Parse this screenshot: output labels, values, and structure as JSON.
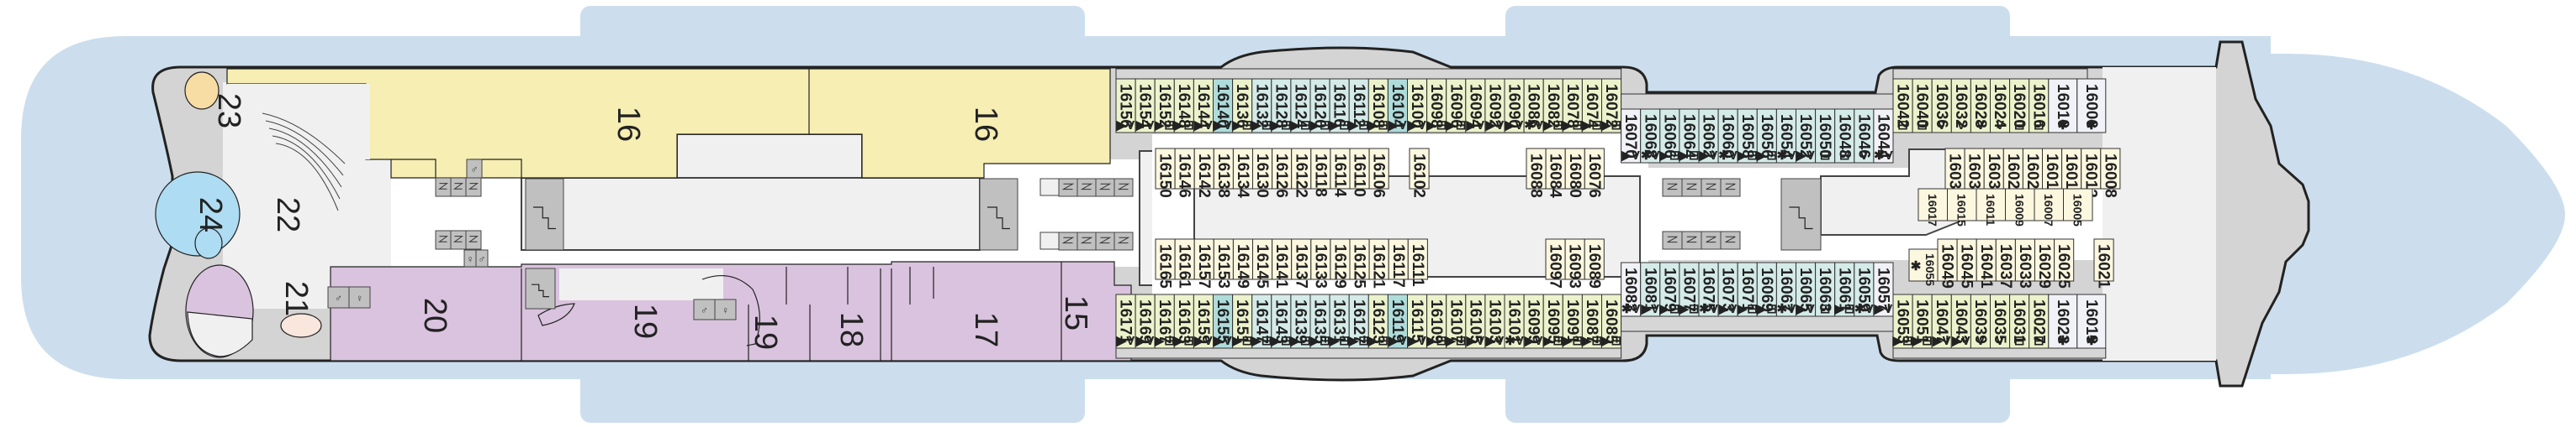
{
  "deck": {
    "number": "16",
    "colors": {
      "sea": "#ccdeed",
      "deck_outline": "#222222",
      "deck_floor": "#d4d4d4",
      "corridor": "#f0f0f0",
      "white": "#ffffff",
      "public_yellow": "#f6eeb2",
      "public_purple": "#dac3de",
      "spa_blue": "#aedcf2",
      "room_23": "#f7dca3",
      "room_21_oval": "#f9e6dc",
      "stairs_grey": "#c0c0c0",
      "balcony_grey": "#d6d6d6"
    },
    "cabin_colors": {
      "A": "#ecf2cb",
      "B": "#d4ebe8",
      "C": "#aedcdb",
      "D": "#fcf7df",
      "E": "#f1f1f8"
    },
    "legend_symbols": {
      "accessible_view": "▶V",
      "accessible_bed": "▶⊟",
      "star_view": "✱V",
      "bed": "⊟",
      "view": "V",
      "star": "✱"
    },
    "rooms": [
      {
        "id": "r16a",
        "label": "16"
      },
      {
        "id": "r16b",
        "label": "16"
      },
      {
        "id": "r15",
        "label": "15"
      },
      {
        "id": "r17",
        "label": "17"
      },
      {
        "id": "r18",
        "label": "18"
      },
      {
        "id": "r19a",
        "label": "19"
      },
      {
        "id": "r19b",
        "label": "19"
      },
      {
        "id": "r20",
        "label": "20"
      },
      {
        "id": "r21",
        "label": "21"
      },
      {
        "id": "r22",
        "label": "22"
      },
      {
        "id": "r23",
        "label": "23"
      },
      {
        "id": "r24",
        "label": "24"
      }
    ],
    "cabin_rows": {
      "top_outer": [
        {
          "n": "16156",
          "c": "A",
          "s": "▶V"
        },
        {
          "n": "16154",
          "c": "A",
          "s": "▶V"
        },
        {
          "n": "16152",
          "c": "A",
          "s": "▶⊟"
        },
        {
          "n": "16148",
          "c": "A",
          "s": "▶⊟"
        },
        {
          "n": "16144",
          "c": "A",
          "s": "▶V"
        },
        {
          "n": "16140",
          "c": "C",
          "s": "▶V"
        },
        {
          "n": "16136",
          "c": "A",
          "s": "▶⊟"
        },
        {
          "n": "16132",
          "c": "B",
          "s": "▶⊟"
        },
        {
          "n": "16128",
          "c": "B",
          "s": "▶⊟"
        },
        {
          "n": "16124",
          "c": "B",
          "s": "▶⊟"
        },
        {
          "n": "16120",
          "c": "B",
          "s": "▶⊟"
        },
        {
          "n": "16116",
          "c": "B",
          "s": "▶⊟"
        },
        {
          "n": "16112",
          "c": "B",
          "s": "▶⊟"
        },
        {
          "n": "16108",
          "c": "A",
          "s": "▶⊟"
        },
        {
          "n": "16104",
          "c": "C",
          "s": "▶V"
        },
        {
          "n": "16100",
          "c": "A",
          "s": "▶V"
        },
        {
          "n": "16098",
          "c": "A",
          "s": "▶⊟"
        },
        {
          "n": "16096",
          "c": "A",
          "s": "▶⊟"
        },
        {
          "n": "16094",
          "c": "A",
          "s": "▶V"
        },
        {
          "n": "16092",
          "c": "A",
          "s": "▶V"
        },
        {
          "n": "16090",
          "c": "A",
          "s": "▶V"
        },
        {
          "n": "16086",
          "c": "A",
          "s": "✱V"
        },
        {
          "n": "16082",
          "c": "A",
          "s": "▶⊟"
        },
        {
          "n": "16078",
          "c": "A",
          "s": "▶⊟"
        },
        {
          "n": "16074",
          "c": "A",
          "s": "▶⊟"
        },
        {
          "n": "16072",
          "c": "A",
          "s": "▶⊟"
        }
      ],
      "top_outer_mid": [
        {
          "n": "16070",
          "c": "E",
          "s": "▶V"
        },
        {
          "n": "16068",
          "c": "B",
          "s": "✱V"
        },
        {
          "n": "16066",
          "c": "B",
          "s": "▶⊟"
        },
        {
          "n": "16064",
          "c": "B",
          "s": "▶⊟"
        },
        {
          "n": "16062",
          "c": "B",
          "s": "▶V"
        },
        {
          "n": "16060",
          "c": "B",
          "s": "✱V"
        },
        {
          "n": "16058",
          "c": "B",
          "s": "▶⊟"
        },
        {
          "n": "16056",
          "c": "B",
          "s": "▶⊟"
        },
        {
          "n": "16054",
          "c": "B",
          "s": "✱V"
        },
        {
          "n": "16052",
          "c": "B",
          "s": "▶V"
        },
        {
          "n": "16050",
          "c": "B",
          "s": "⊟"
        },
        {
          "n": "16048",
          "c": "B",
          "s": "⊟"
        },
        {
          "n": "16046",
          "c": "B",
          "s": "V"
        },
        {
          "n": "16044",
          "c": "E",
          "s": "✱V"
        }
      ],
      "top_outer_fwd": [
        {
          "n": "16042",
          "c": "A",
          "s": "⊟"
        },
        {
          "n": "16040",
          "c": "A",
          "s": "⊟"
        },
        {
          "n": "16036",
          "c": "A",
          "s": "V"
        },
        {
          "n": "16032",
          "c": "A",
          "s": "V"
        },
        {
          "n": "16028",
          "c": "A",
          "s": "V"
        },
        {
          "n": "16024",
          "c": "A",
          "s": "V"
        },
        {
          "n": "16020",
          "c": "A",
          "s": "⊟"
        },
        {
          "n": "16016",
          "c": "A",
          "s": "⊟"
        },
        {
          "n": "16010",
          "c": "E",
          "s": "✱"
        },
        {
          "n": "16006",
          "c": "E",
          "s": "✱"
        }
      ],
      "top_inner_aft": [
        "16150",
        "16146",
        "16142",
        "16138",
        "16134",
        "16130",
        "16126",
        "16122",
        "16118",
        "16114",
        "16110",
        "16106"
      ],
      "top_inner_single": [
        "16102"
      ],
      "top_inner_mid": [
        "16088",
        "16084",
        "16080",
        "16076"
      ],
      "top_inner_fwd": [
        "16038",
        "16034",
        "16030",
        "16026",
        "16022",
        "16018",
        "16014",
        "16012",
        "16008"
      ],
      "center_fwd": [
        "16017",
        "16015",
        "16011",
        "16009",
        "16007",
        "16005"
      ],
      "bottom_inner_aft": [
        "16165",
        "16161",
        "16157",
        "16153",
        "16149",
        "16145",
        "16141",
        "16137",
        "16133",
        "16129",
        "16125",
        "16121",
        "16117",
        "16111"
      ],
      "bottom_inner_mid": [
        "16097",
        "16093",
        "16089"
      ],
      "bottom_inner_fwd_single": [
        "16055"
      ],
      "bottom_inner_fwd_single_sym": "✱",
      "bottom_inner_fwd": [
        "16049",
        "16045",
        "16041",
        "16037",
        "16033",
        "16029",
        "16025"
      ],
      "bottom_inner_bow": [
        "16021"
      ],
      "bottom_outer": [
        {
          "n": "16171",
          "c": "A",
          "s": "▶V"
        },
        {
          "n": "16169",
          "c": "A",
          "s": "▶V"
        },
        {
          "n": "16167",
          "c": "A",
          "s": "▶⊟"
        },
        {
          "n": "16163",
          "c": "A",
          "s": "▶⊟"
        },
        {
          "n": "16159",
          "c": "A",
          "s": "▶V"
        },
        {
          "n": "16155",
          "c": "C",
          "s": "▶V"
        },
        {
          "n": "16151",
          "c": "A",
          "s": "▶⊟"
        },
        {
          "n": "16147",
          "c": "B",
          "s": "▶⊟"
        },
        {
          "n": "16143",
          "c": "B",
          "s": "▶⊟"
        },
        {
          "n": "16139",
          "c": "B",
          "s": "▶⊟"
        },
        {
          "n": "16135",
          "c": "B",
          "s": "▶⊟"
        },
        {
          "n": "16131",
          "c": "B",
          "s": "▶⊟"
        },
        {
          "n": "16127",
          "c": "B",
          "s": "▶⊟"
        },
        {
          "n": "16123",
          "c": "A",
          "s": "▶⊟"
        },
        {
          "n": "16119",
          "c": "C",
          "s": "▶V"
        },
        {
          "n": "16115",
          "c": "A",
          "s": "▶V"
        },
        {
          "n": "16109",
          "c": "A",
          "s": "▶⊟"
        },
        {
          "n": "16107",
          "c": "A",
          "s": "▶⊟"
        },
        {
          "n": "16105",
          "c": "A",
          "s": "▶V"
        },
        {
          "n": "16103",
          "c": "A",
          "s": "▶V"
        },
        {
          "n": "16101",
          "c": "A",
          "s": "✱V"
        },
        {
          "n": "16099",
          "c": "A",
          "s": "▶V"
        },
        {
          "n": "16095",
          "c": "A",
          "s": "▶⊟"
        },
        {
          "n": "16091",
          "c": "A",
          "s": "▶⊟"
        },
        {
          "n": "16087",
          "c": "A",
          "s": "▶⊟"
        },
        {
          "n": "16085",
          "c": "A",
          "s": "▶⊟"
        }
      ],
      "bottom_outer_mid": [
        {
          "n": "16083",
          "c": "E",
          "s": "✱V"
        },
        {
          "n": "16081",
          "c": "B",
          "s": "▶V"
        },
        {
          "n": "16079",
          "c": "B",
          "s": "▶⊟"
        },
        {
          "n": "16077",
          "c": "B",
          "s": "▶⊟"
        },
        {
          "n": "16075",
          "c": "B",
          "s": "✱V"
        },
        {
          "n": "16073",
          "c": "B",
          "s": "▶V"
        },
        {
          "n": "16071",
          "c": "B",
          "s": "▶⊟"
        },
        {
          "n": "16069",
          "c": "B",
          "s": "▶⊟"
        },
        {
          "n": "16067",
          "c": "B",
          "s": "✱V"
        },
        {
          "n": "16065",
          "c": "B",
          "s": "▶V"
        },
        {
          "n": "16063",
          "c": "B",
          "s": "⊟"
        },
        {
          "n": "16061",
          "c": "B",
          "s": "▶⊟"
        },
        {
          "n": "16059",
          "c": "B",
          "s": "✱V"
        },
        {
          "n": "16057",
          "c": "E",
          "s": "▶V"
        }
      ],
      "bottom_outer_fwd": [
        {
          "n": "16053",
          "c": "A",
          "s": "▶⊟"
        },
        {
          "n": "16051",
          "c": "A",
          "s": "▶⊟"
        },
        {
          "n": "16047",
          "c": "A",
          "s": "▶V"
        },
        {
          "n": "16043",
          "c": "A",
          "s": "▶V"
        },
        {
          "n": "16039",
          "c": "A",
          "s": "V"
        },
        {
          "n": "16035",
          "c": "A",
          "s": "V"
        },
        {
          "n": "16031",
          "c": "A",
          "s": "⊟"
        },
        {
          "n": "16027",
          "c": "A",
          "s": "⊟"
        },
        {
          "n": "16023",
          "c": "E",
          "s": "✱"
        },
        {
          "n": "16019",
          "c": "E",
          "s": "✱"
        }
      ]
    },
    "icons": {
      "elevator": "elevator-icon",
      "stairs": "stairs-icon",
      "restroom_male": "♂",
      "restroom_female": "♀"
    }
  }
}
